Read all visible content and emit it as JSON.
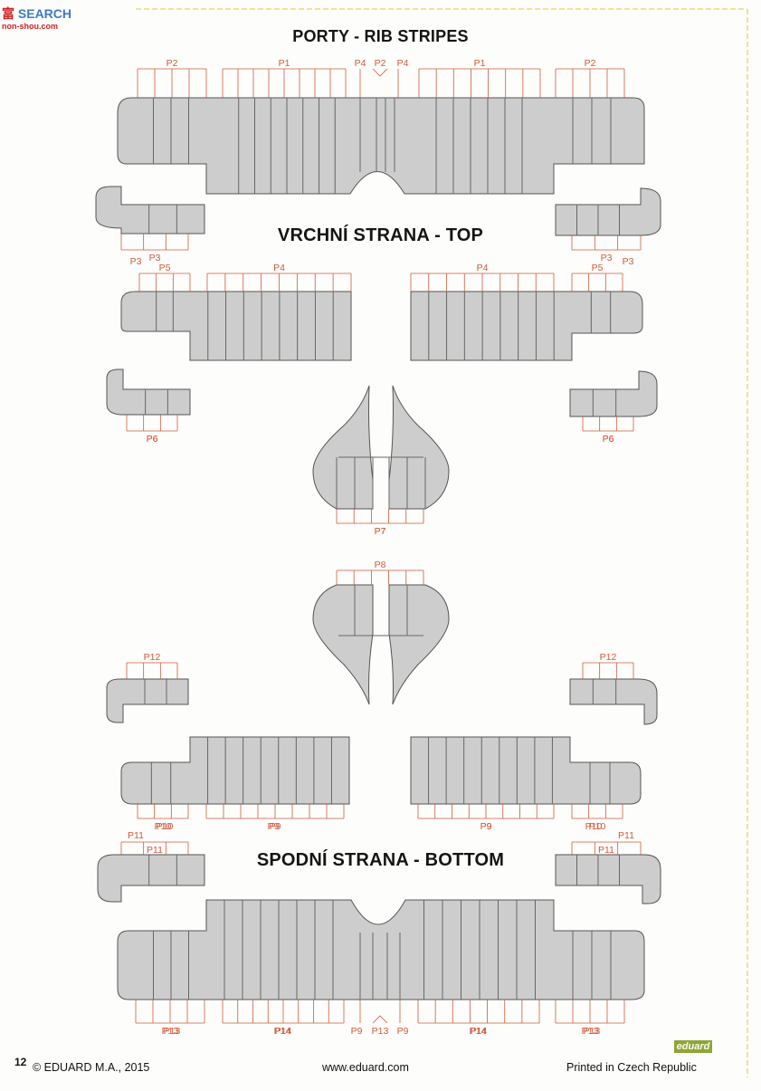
{
  "watermark": {
    "logo_text": "富",
    "brand": "SEARCH",
    "site": "non-shou.com"
  },
  "sections": {
    "ribs_title": "PORTY - RIB STRIPES",
    "top_title": "VRCHNÍ STRANA - TOP",
    "bottom_title": "SPODNÍ STRANA - BOTTOM"
  },
  "labels": {
    "p1": "P1",
    "p2": "P2",
    "p3": "P3",
    "p4": "P4",
    "p5": "P5",
    "p6": "P6",
    "p7": "P7",
    "p8": "P8",
    "p9": "P9",
    "p10": "P10",
    "p11": "P11",
    "p12": "P12",
    "p13": "P13",
    "p14": "P14"
  },
  "footer": {
    "page_number": "12",
    "copyright": "© EDUARD M.A., 2015",
    "website": "www.eduard.com",
    "printed": "Printed in Czech Republic",
    "brand": "eduard"
  },
  "colors": {
    "wing_fill": "#cdcdcd",
    "rib_line": "#666666",
    "callout_red": "#d05a3c",
    "frame_yellow": "#e8dd7a"
  }
}
